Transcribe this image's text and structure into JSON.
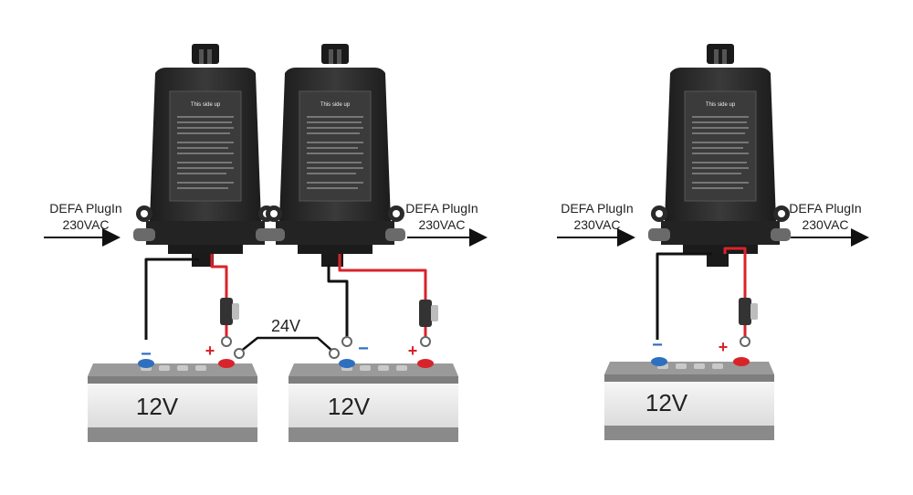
{
  "labels": {
    "plugin_name": "DEFA PlugIn",
    "voltage_ac": "230VAC",
    "series_voltage": "24V",
    "battery_voltage": "12V",
    "plus": "+",
    "minus": "−",
    "this_side_up": "This side up"
  },
  "colors": {
    "charger_body": "#2b2b2b",
    "positive_wire": "#d9232a",
    "negative_wire": "#111111",
    "neg_terminal": "#2f6fbf",
    "pos_terminal": "#d9232a",
    "battery_body": "#ececec",
    "battery_band": "#8a8a8a",
    "sign_red": "#d9232a",
    "sign_blue": "#2f6fbf"
  },
  "icons": [
    "charger-unit",
    "battery",
    "fuse-holder",
    "ring-terminal",
    "arrow-right"
  ]
}
